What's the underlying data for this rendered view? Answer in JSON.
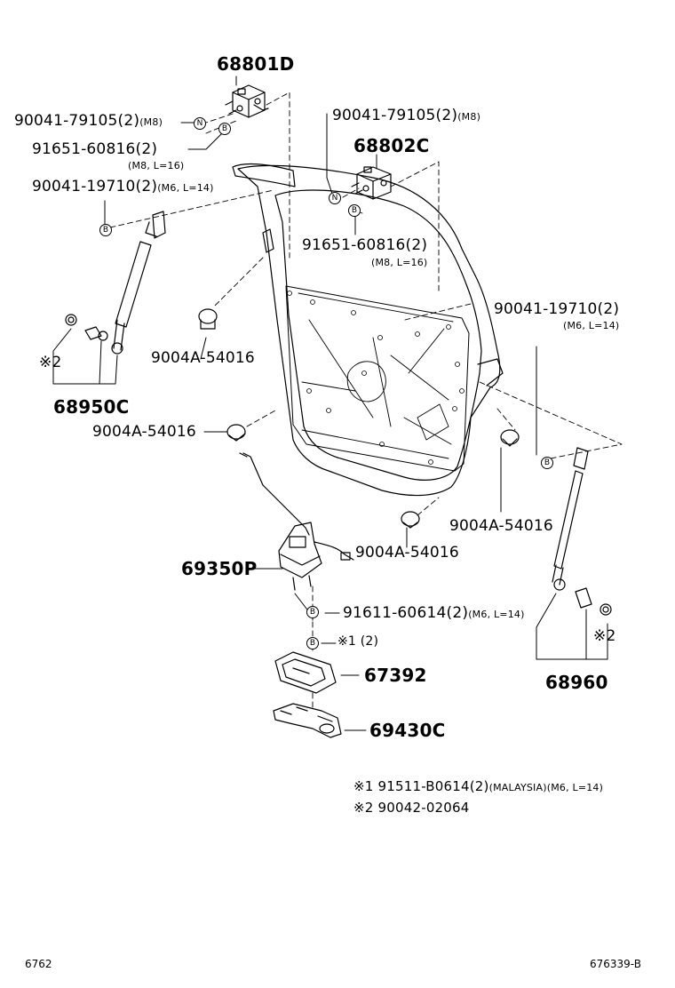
{
  "labels": {
    "p68801D": "68801D",
    "p68802C": "68802C",
    "p68950C": "68950C",
    "p68960": "68960",
    "p69350P": "69350P",
    "p67392": "67392",
    "p69430C": "69430C",
    "bolt_a": "90041-79105(2)",
    "bolt_a_note": "(M8)",
    "bolt_b": "90041-79105(2)",
    "bolt_b_note": "(M8)",
    "screw_a": "91651-60816(2)",
    "screw_a_note": "(M8, L=16)",
    "screw_b": "91651-60816(2)",
    "screw_b_note": "(M8, L=16)",
    "bolt_c": "90041-19710(2)",
    "bolt_c_note": "(M6, L=14)",
    "bolt_d": "90041-19710(2)",
    "bolt_d_note": "(M6, L=14)",
    "cushion_1": "9004A-54016",
    "cushion_2": "9004A-54016",
    "cushion_3": "9004A-54016",
    "cushion_4": "9004A-54016",
    "screw_c": "91611-60614(2)",
    "screw_c_note": "(M6, L=14)",
    "ref2_left": "※2",
    "ref2_right": "※2",
    "ref1": "※1 (2)",
    "tag_n": "N",
    "tag_b": "B"
  },
  "footnotes": [
    {
      "mark": "※1",
      "part": "91511-B0614(2)",
      "note": "(MALAYSIA)(M6, L=14)"
    },
    {
      "mark": "※2",
      "part": "90042-02064",
      "note": ""
    }
  ],
  "footer": {
    "left_code": "6762",
    "right_code": "676339-B"
  }
}
